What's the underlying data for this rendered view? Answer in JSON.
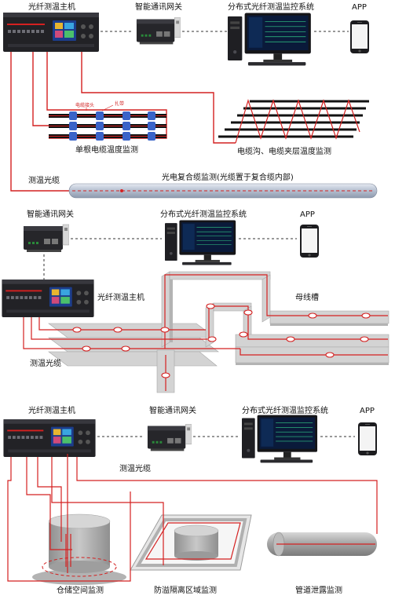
{
  "section1": {
    "host_label": "光纤测温主机",
    "gateway_label": "智能通讯网关",
    "system_label": "分布式光纤测温监控系统",
    "app_label": "APP",
    "cable_joint_label": "电缆接头",
    "tie_label": "扎带",
    "single_cable_label": "单根电缆温度监测",
    "trench_label": "电缆沟、电缆夹层温度监测",
    "fiber_label": "测温光缆",
    "composite_label": "光电复合缆监测(光缆置于复合缆内部)"
  },
  "section2": {
    "gateway_label": "智能通讯网关",
    "system_label": "分布式光纤测温监控系统",
    "app_label": "APP",
    "host_label": "光纤测温主机",
    "busway_label": "母线槽",
    "fiber_label": "测温光缆"
  },
  "section3": {
    "host_label": "光纤测温主机",
    "gateway_label": "智能通讯网关",
    "system_label": "分布式光纤测温监控系统",
    "app_label": "APP",
    "fiber_label": "测温光缆",
    "storage_label": "仓储空间监测",
    "isolation_label": "防溢隔离区域监测",
    "pipeline_label": "管道泄露监测"
  },
  "colors": {
    "fiber_red": "#d42020",
    "device_dark": "#1e1e22",
    "screen_blue": "#1c3d8c",
    "monitor_screen": "#0a1a3a",
    "busway_gray": "#c9c9c9"
  }
}
